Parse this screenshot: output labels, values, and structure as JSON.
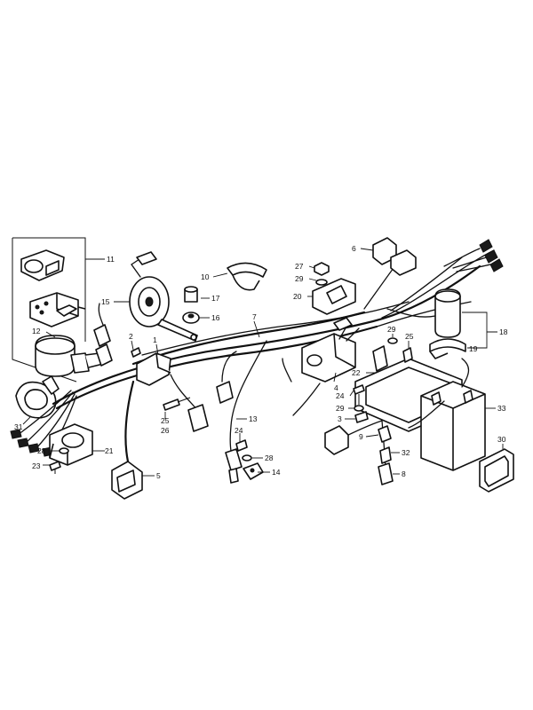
{
  "labels": {
    "p1": "1",
    "p2": "2",
    "p3": "3",
    "p4": "4",
    "p5": "5",
    "p6": "6",
    "p7": "7",
    "p8": "8",
    "p9": "9",
    "p10": "10",
    "p11": "11",
    "p12": "12",
    "p13": "13",
    "p14": "14",
    "p15": "15",
    "p16": "16",
    "p17": "17",
    "p18": "18",
    "p19": "19",
    "p20": "20",
    "p21": "21",
    "p22": "22",
    "p23": "23",
    "p24a": "24",
    "p24b": "24",
    "p25a": "25",
    "p25b": "25",
    "p26": "26",
    "p27": "27",
    "p28a": "28",
    "p28b": "28",
    "p29a": "29",
    "p29b": "29",
    "p29c": "29",
    "p30": "30",
    "p31": "31",
    "p32": "32",
    "p33": "33"
  }
}
